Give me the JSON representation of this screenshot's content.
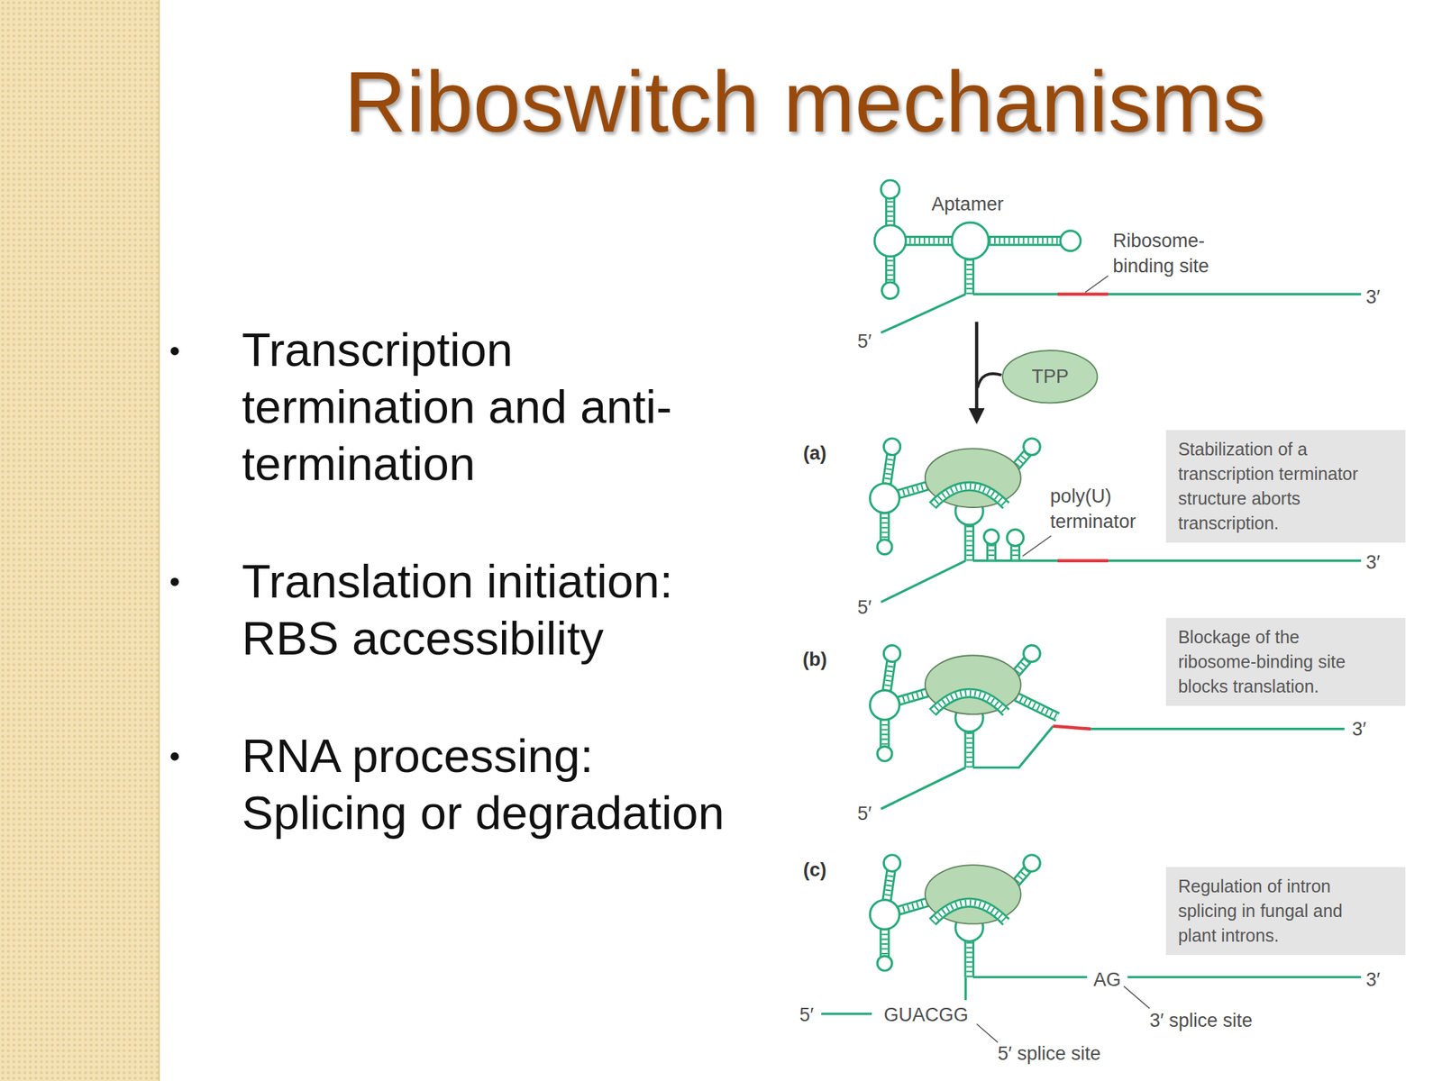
{
  "diagram": {
    "title": "Riboswitch mechanisms",
    "nodes": [
      {
        "text": [
          "TPP"
        ]
      },
      {
        "text": [
          "Stabilization of a transcription terminator structure aborts transcription."
        ]
      },
      {
        "text": [
          "Blockage of the ribosome-binding site blocks translation."
        ]
      },
      {
        "text": [
          "Regulation of intron splicing in fungal and plant introns."
        ]
      }
    ],
    "labels": [
      "Transcription termination and anti-termination",
      "Translation initiation: RBS accessibility",
      "RNA processing: Splicing or degradation",
      "Aptamer",
      "Ribosome-binding site",
      "5′",
      "3′",
      "(a)",
      "poly(U) terminator",
      "5′",
      "3′",
      "(b)",
      "5′",
      "3′",
      "(c)",
      "AG",
      "3′",
      "5′",
      "GUACGG",
      "3′ splice site",
      "5′ splice site"
    ]
  }
}
